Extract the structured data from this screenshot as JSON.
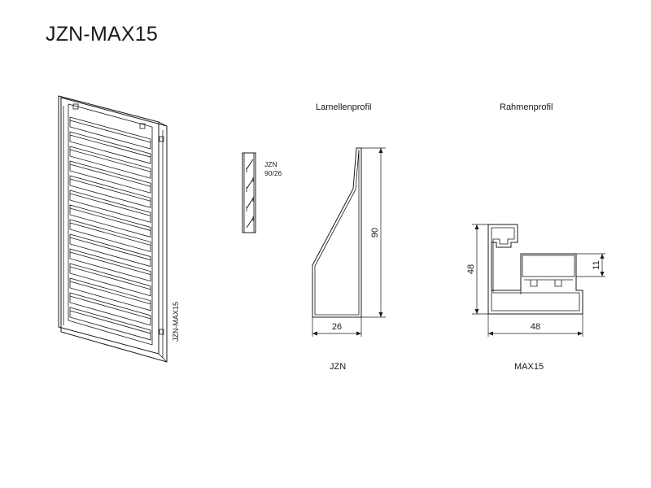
{
  "title": "JZN-MAX15",
  "window": {
    "vertical_label": "JZN-MAX15"
  },
  "small_profile": {
    "label_line1": "JZN",
    "label_line2": "90/26"
  },
  "slat_profile": {
    "heading": "Lamellenprofil",
    "height_dim": "90",
    "width_dim": "26",
    "caption": "JZN"
  },
  "frame_profile": {
    "heading": "Rahmenprofil",
    "height_dim": "48",
    "width_dim": "48",
    "small_dim": "11",
    "caption": "MAX15"
  }
}
